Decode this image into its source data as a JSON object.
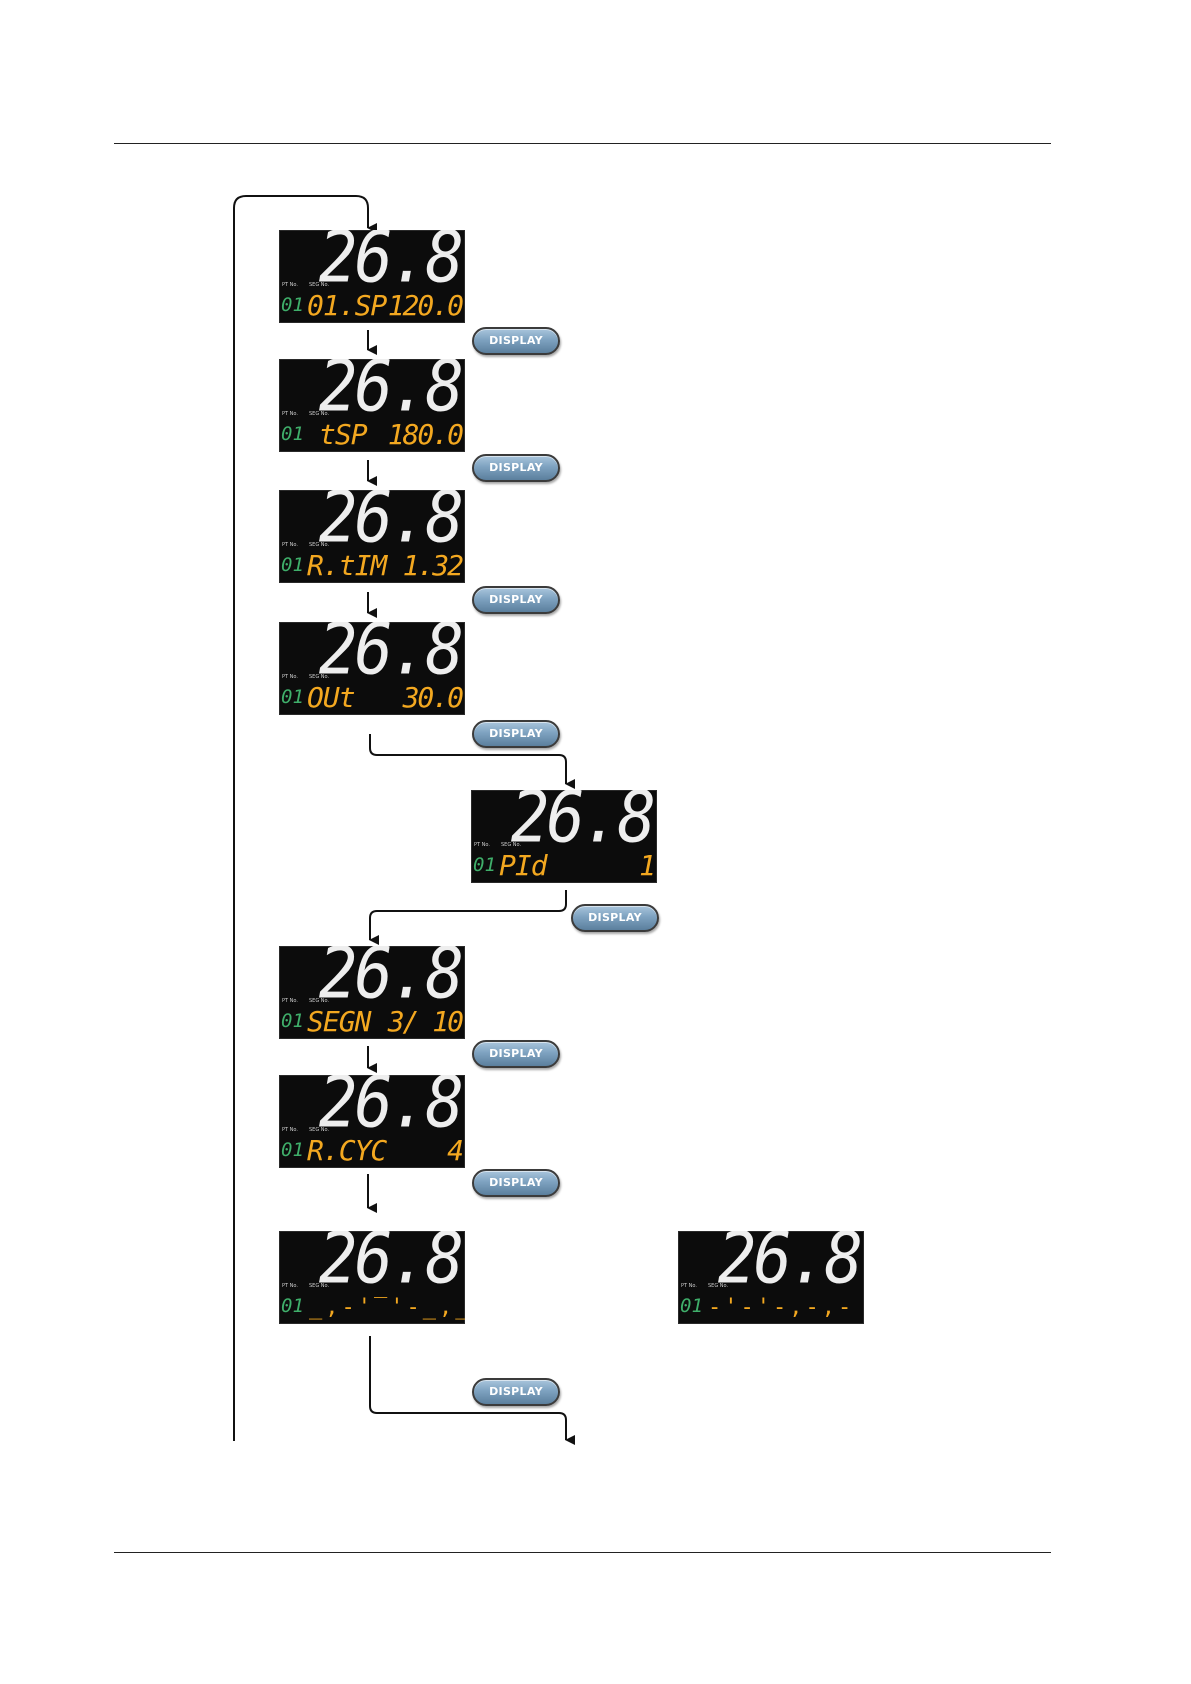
{
  "button_label": "DISPLAY",
  "screen_tags": {
    "pt": "PT No.",
    "seg": "SEG No."
  },
  "colors": {
    "pv": "#eeeeee",
    "param": "#f3a820",
    "pt_no": "#3fae6a",
    "button": "#7ea2c0"
  },
  "screens": [
    {
      "pv": "26.8",
      "pt_no": "01",
      "param": "01.SP",
      "value": "120.0"
    },
    {
      "pv": "26.8",
      "pt_no": "01",
      "param": "tSP",
      "value": "180.0"
    },
    {
      "pv": "26.8",
      "pt_no": "01",
      "param": "R.tIM",
      "value": "1.32"
    },
    {
      "pv": "26.8",
      "pt_no": "01",
      "param": "OUt",
      "value": "30.0"
    },
    {
      "pv": "26.8",
      "pt_no": "01",
      "param": "PId",
      "value": "1"
    },
    {
      "pv": "26.8",
      "pt_no": "01",
      "param": "SEGN",
      "value": "3/ 10"
    },
    {
      "pv": "26.8",
      "pt_no": "01",
      "param": "R.CYC",
      "value": "4"
    },
    {
      "pv": "26.8",
      "pt_no": "01",
      "dashes": "_,-'‾'-_,_"
    },
    {
      "pv": "26.8",
      "pt_no": "01",
      "dashes": "-'-'-,-,-"
    }
  ]
}
